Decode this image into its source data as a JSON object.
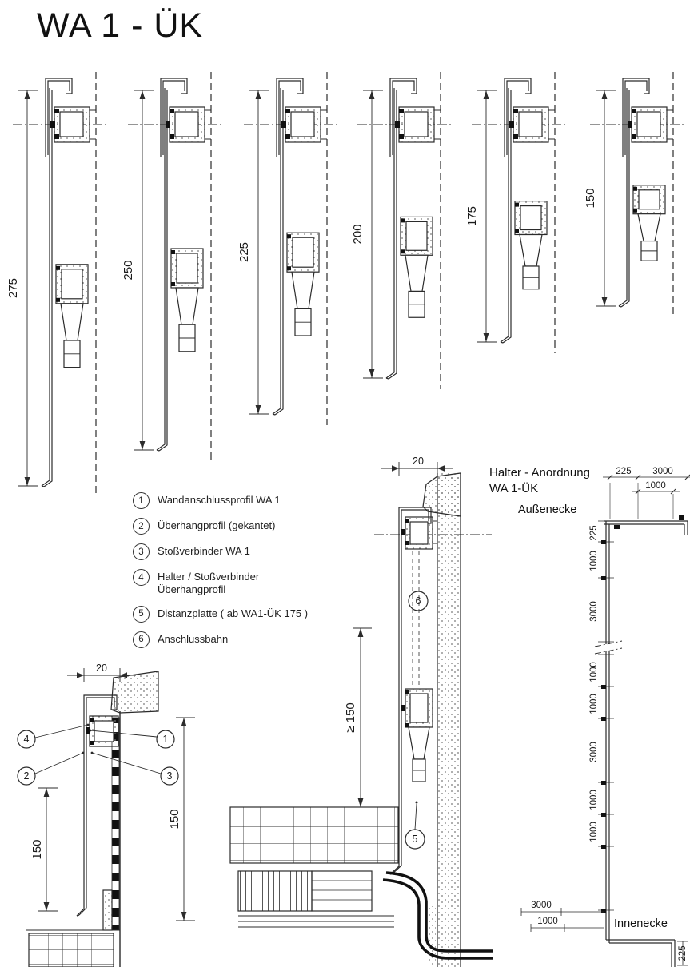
{
  "page": {
    "title": "WA 1 - ÜK",
    "background": "#ffffff",
    "line_color": "#2b2b2b"
  },
  "profiles": [
    {
      "label": "275",
      "mm": 275
    },
    {
      "label": "250",
      "mm": 250
    },
    {
      "label": "225",
      "mm": 225
    },
    {
      "label": "200",
      "mm": 200
    },
    {
      "label": "175",
      "mm": 175
    },
    {
      "label": "150",
      "mm": 150
    }
  ],
  "legend": {
    "items": [
      {
        "num": "1",
        "label": "Wandanschlussprofil  WA 1"
      },
      {
        "num": "2",
        "label": "Überhangprofil (gekantet)"
      },
      {
        "num": "3",
        "label": "Stoßverbinder  WA 1"
      },
      {
        "num": "4",
        "label": "Halter / Stoßverbinder",
        "label2": "Überhangprofil"
      },
      {
        "num": "5",
        "label": "Distanzplatte  ( ab WA1-ÜK 175 )"
      },
      {
        "num": "6",
        "label": "Anschlussbahn"
      }
    ]
  },
  "detail_left": {
    "dim_depth": "20",
    "dim_left": "150",
    "dim_right": "150",
    "callout_4": "4",
    "callout_2": "2",
    "callout_1": "1",
    "callout_3": "3"
  },
  "detail_center": {
    "dim_depth": "20",
    "dim_height": "≥ 150",
    "callout_6": "6",
    "callout_5": "5"
  },
  "halter": {
    "title_line1": "Halter - Anordnung",
    "title_line2": "WA 1-ÜK",
    "corner_top_label": "Außenecke",
    "corner_bottom_label": "Innenecke",
    "top_dim_1": "225",
    "top_dim_2": "3000",
    "top_dim_3": "1000",
    "vdims": [
      "225",
      "1000",
      "3000",
      "1000",
      "1000",
      "3000",
      "1000",
      "1000"
    ],
    "bottom_dim_1": "3000",
    "bottom_dim_2": "1000",
    "right_dim": "225"
  }
}
